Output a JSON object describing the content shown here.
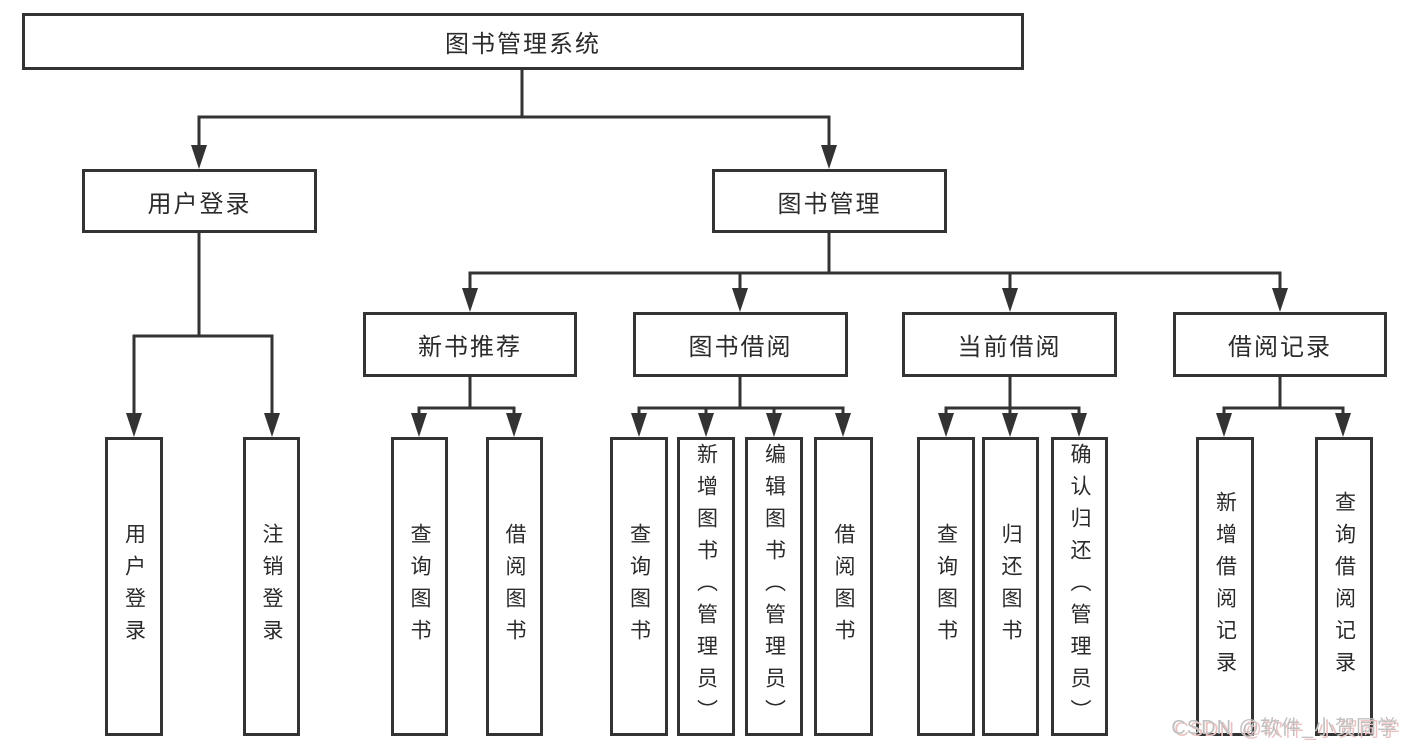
{
  "tree": {
    "root": "图书管理系统",
    "branches": [
      {
        "label": "用户登录",
        "children": [
          "用户登录",
          "注销登录"
        ]
      },
      {
        "label": "图书管理",
        "sub": [
          {
            "label": "新书推荐",
            "children": [
              "查询图书",
              "借阅图书"
            ]
          },
          {
            "label": "图书借阅",
            "children": [
              "查询图书",
              "新增图书（管理员）",
              "编辑图书（管理员）",
              "借阅图书"
            ]
          },
          {
            "label": "当前借阅",
            "children": [
              "查询图书",
              "归还图书",
              "确认归还（管理员）"
            ]
          },
          {
            "label": "借阅记录",
            "children": [
              "新增借阅记录",
              "查询借阅记录"
            ]
          }
        ]
      }
    ]
  },
  "watermark": "CSDN @软件_小贺同学",
  "colors": {
    "line": "#333333",
    "text": "#2b2b2b",
    "background": "#ffffff",
    "watermark": "#c0c0c0",
    "watermark_shadow": "#eac2c2"
  }
}
